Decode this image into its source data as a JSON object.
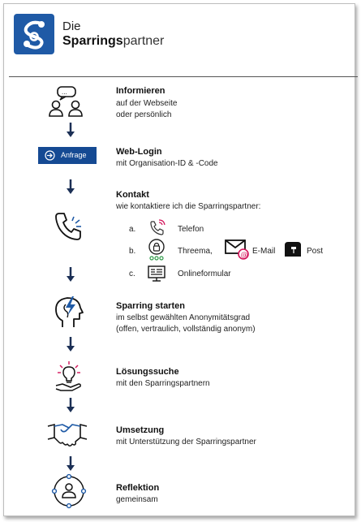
{
  "header": {
    "logo_line1": "Die",
    "logo_line2_bold": "Sparrings",
    "logo_line2_rest": "partner",
    "brand_color": "#1f5aa6"
  },
  "steps": [
    {
      "title": "Informieren",
      "desc_lines": [
        "auf der Webseite",
        "oder persönlich"
      ],
      "icon": "people-chat-icon"
    },
    {
      "title": "Web-Login",
      "desc_lines": [
        "mit Organisation-ID & -Code"
      ],
      "icon": "anfrage-button",
      "button_label": "Anfrage"
    },
    {
      "title": "Kontakt",
      "desc_lines": [
        "wie kontaktiere ich die Sparringspartner:"
      ],
      "icon": "phone-icon",
      "options": [
        {
          "letter": "a.",
          "items": [
            {
              "label": "Telefon",
              "icon": "phone-ringing-icon"
            }
          ]
        },
        {
          "letter": "b.",
          "items": [
            {
              "label": "Threema,",
              "icon": "threema-icon"
            },
            {
              "label": "E-Mail",
              "icon": "email-icon"
            },
            {
              "label": "Post",
              "icon": "mailbox-icon"
            }
          ]
        },
        {
          "letter": "c.",
          "items": [
            {
              "label": "Onlineformular",
              "icon": "form-icon"
            }
          ]
        }
      ]
    },
    {
      "title": "Sparring starten",
      "desc_lines": [
        "im selbst gewählten Anonymitätsgrad",
        "(offen, vertraulich, vollständig anonym)"
      ],
      "icon": "head-lightning-icon"
    },
    {
      "title": "Lösungssuche",
      "desc_lines": [
        "mit den Sparringspartnern"
      ],
      "icon": "lightbulb-hand-icon"
    },
    {
      "title": "Umsetzung",
      "desc_lines": [
        "mit Unterstützung der Sparringspartner"
      ],
      "icon": "handshake-icon"
    },
    {
      "title": "Reflektion",
      "desc_lines": [
        "gemeinsam"
      ],
      "icon": "person-cycle-icon"
    }
  ]
}
